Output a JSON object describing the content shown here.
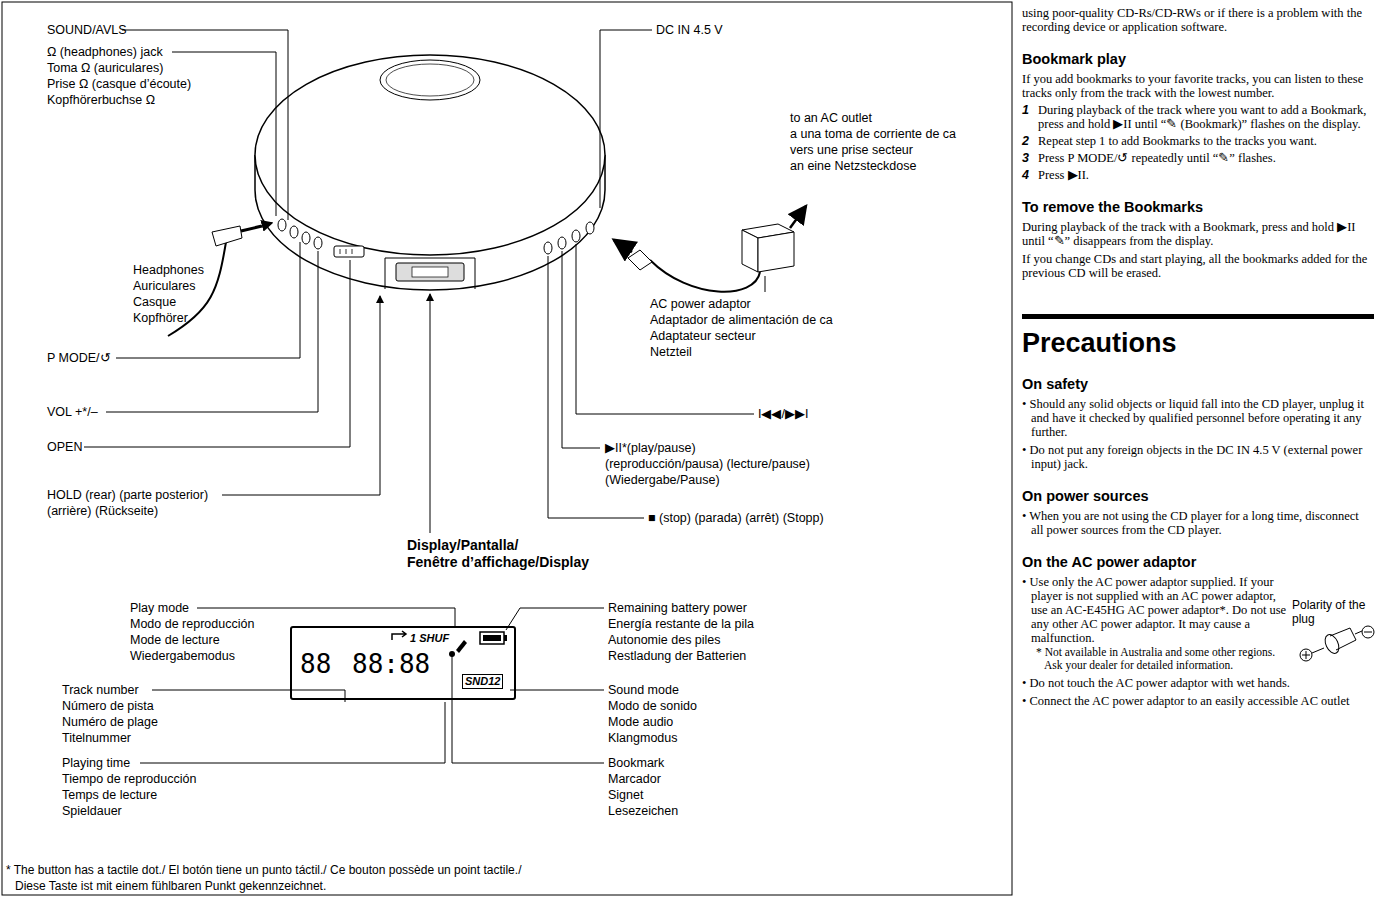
{
  "diagram": {
    "nodes": [
      {
        "text": [
          "1 SHUF",
          "88",
          "88:88",
          "SND12"
        ]
      }
    ],
    "labels": [
      "SOUND/AVLS",
      "Ω (headphones) jack",
      "Toma Ω (auriculares)",
      "Prise Ω (casque d’écoute)",
      "Kopfhörerbuchse Ω",
      "Headphones",
      "Auriculares",
      "Casque",
      "Kopfhörer",
      "P MODE/↺",
      "VOL +*/–",
      "OPEN",
      "HOLD (rear) (parte posterior)",
      "(arrière) (Rückseite)",
      "DC IN 4.5 V",
      "to an AC outlet",
      "a una toma de corriente de ca",
      "vers une prise secteur",
      "an eine Netzsteckdose",
      "AC power adaptor",
      "Adaptador de alimentación de ca",
      "Adaptateur secteur",
      "Netzteil",
      "I◀◀/▶▶I",
      "▶II*(play/pause)",
      "(reproducción/pausa) (lecture/pause)",
      "(Wiedergabe/Pause)",
      "■ (stop) (parada) (arrêt) (Stopp)",
      "Display/Pantalla/",
      "Fenêtre d’affichage/Display",
      "Play mode",
      "Modo de reproducción",
      "Mode de lecture",
      "Wiedergabemodus",
      "Remaining battery power",
      "Energía restante de la pila",
      "Autonomie des piles",
      "Restladung der Batterien",
      "Track number",
      "Número de pista",
      "Numéro de plage",
      "Titelnummer",
      "Sound mode",
      "Modo de sonido",
      "Mode audio",
      "Klangmodus",
      "Playing time",
      "Tiempo de reproducción",
      "Temps de lecture",
      "Spieldauer",
      "Bookmark",
      "Marcador",
      "Signet",
      "Lesezeichen",
      "* The button has a tactile dot./ El botón tiene un punto táctil./ Ce bouton possède un point tactile./",
      "Diese Taste ist mit einem fühlbaren Punkt gekennzeichnet.",
      "using poor-quality CD-Rs/CD-RWs or if there is a problem with the recording device or application software.",
      "Bookmark play",
      "If you add bookmarks to your favorite tracks, you can listen to these tracks only from the track with the lowest number.",
      "1",
      "During playback of the track where you want to add a Bookmark, press and hold ▶II until “✎ (Bookmark)” flashes on the display.",
      "2",
      "Repeat step 1 to add Bookmarks to the tracks you want.",
      "3",
      "Press P MODE/↺ repeatedly until “✎” flashes.",
      "4",
      "Press ▶II.",
      "To remove the Bookmarks",
      "During playback of the track with a Bookmark, press and hold ▶II until “✎” disappears from the display.",
      "If you change CDs and start playing, all the bookmarks added for the previous CD will be erased.",
      "Precautions",
      "On safety",
      "• Should any solid objects or liquid fall into the CD player, unplug it and have it checked by qualified personnel before operating it any further.",
      "• Do not put any foreign objects in the DC IN 4.5 V (external power input) jack.",
      "On power sources",
      "• When you are not using the CD player for a long time, disconnect all power sources from the CD player.",
      "On the AC power adaptor",
      "• Use only the AC power adaptor supplied. If your player is not supplied with an AC power adaptor, use an AC-E45HG AC power adaptor*. Do not use any other AC power adaptor. It may cause a malfunction.",
      "* Not available in Australia and some other regions. Ask your dealer for detailed information.",
      "• Do not touch the AC power adaptor with wet hands.",
      "• Connect the AC power adaptor to an easily accessible AC outlet",
      "Polarity of the plug"
    ]
  }
}
